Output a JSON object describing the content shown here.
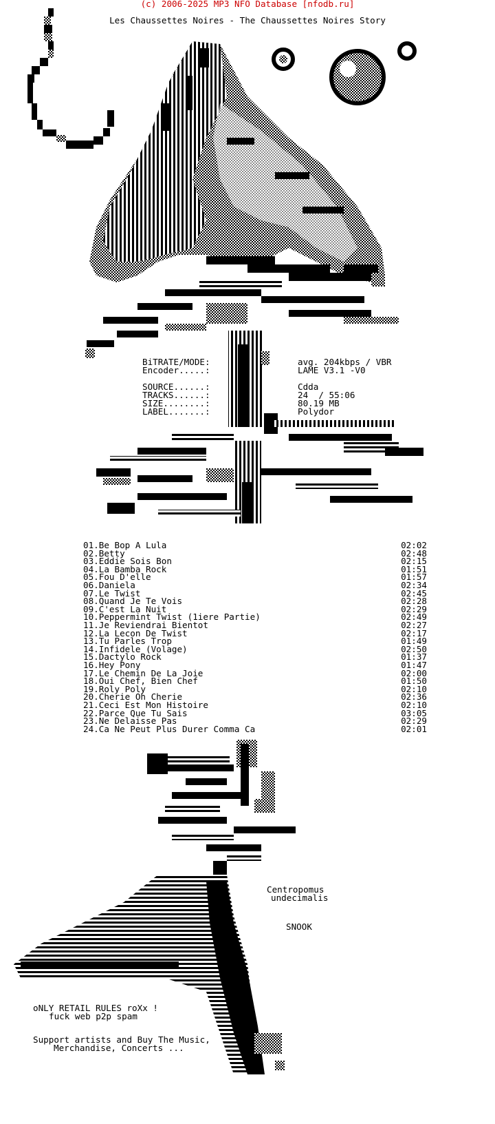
{
  "colors": {
    "copyright": "#cc0000",
    "art": "#000000",
    "background": "#ffffff"
  },
  "header": {
    "copyright": "(c) 2006-2025 MP3 NFO Database [nfodb.ru]",
    "release": "Les Chaussettes Noires - The Chaussettes Noires Story"
  },
  "info": [
    {
      "key": "BiTRATE/MODE:",
      "value": "avg. 204kbps / VBR"
    },
    {
      "key": "Encoder.....:",
      "value": "LAME V3.1 -V0"
    },
    {
      "key": "SOURCE......:",
      "value": "Cdda"
    },
    {
      "key": "TRACKS......:",
      "value": "24  / 55:06"
    },
    {
      "key": "SIZE........:",
      "value": "80.19 MB"
    },
    {
      "key": "LABEL.......:",
      "value": "Polydor"
    }
  ],
  "tracks": [
    {
      "title": "01.Be Bop A Lula",
      "duration": "02:02"
    },
    {
      "title": "02.Betty",
      "duration": "02:48"
    },
    {
      "title": "03.Eddie Sois Bon",
      "duration": "02:15"
    },
    {
      "title": "04.La Bamba Rock",
      "duration": "01:51"
    },
    {
      "title": "05.Fou D'elle",
      "duration": "01:57"
    },
    {
      "title": "06.Daniela",
      "duration": "02:34"
    },
    {
      "title": "07.Le Twist",
      "duration": "02:45"
    },
    {
      "title": "08.Quand Je Te Vois",
      "duration": "02:28"
    },
    {
      "title": "09.C'est La Nuit",
      "duration": "02:29"
    },
    {
      "title": "10.Peppermint Twist (1iere Partie)",
      "duration": "02:49"
    },
    {
      "title": "11.Je Reviendrai Bientot",
      "duration": "02:27"
    },
    {
      "title": "12.La Lecon De Twist",
      "duration": "02:17"
    },
    {
      "title": "13.Tu Parles Trop",
      "duration": "01:49"
    },
    {
      "title": "14.Infidele (Volage)",
      "duration": "02:50"
    },
    {
      "title": "15.Dactylo Rock",
      "duration": "01:37"
    },
    {
      "title": "16.Hey Pony",
      "duration": "01:47"
    },
    {
      "title": "17.Le Chemin De La Joie",
      "duration": "02:00"
    },
    {
      "title": "18.Oui Chef, Bien Chef",
      "duration": "01:50"
    },
    {
      "title": "19.Roly Poly",
      "duration": "02:10"
    },
    {
      "title": "20.Cherie Oh Cherie",
      "duration": "02:36"
    },
    {
      "title": "21.Ceci Est Mon Histoire",
      "duration": "02:10"
    },
    {
      "title": "22.Parce Que Tu Sais",
      "duration": "03:05"
    },
    {
      "title": "23.Ne Delaisse Pas",
      "duration": "02:29"
    },
    {
      "title": "24.Ca Ne Peut Plus Durer Comma Ca",
      "duration": "02:01"
    }
  ],
  "caption": {
    "line1": "Centropomus",
    "line2": "undecimalis",
    "fish": "SNOOK"
  },
  "footer": {
    "retail1": "oNLY RETAIL RULES roXx !",
    "retail2": "fuck web p2p spam",
    "support1": "Support artists and Buy The Music,",
    "support2": "Merchandise, Concerts ..."
  }
}
